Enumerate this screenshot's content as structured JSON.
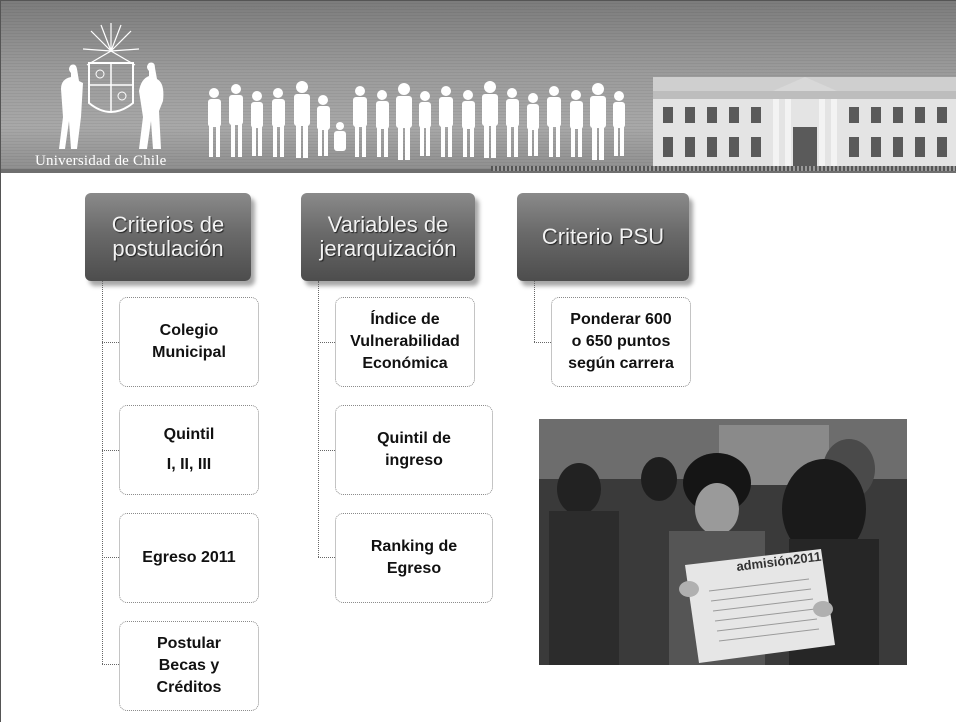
{
  "header": {
    "university_name": "Universidad de Chile"
  },
  "columns": [
    {
      "title": "Criterios de\npostulación",
      "items": [
        "Colegio\nMunicipal",
        "Quintil\nI, II, III",
        "Egreso 2011",
        "Postular\nBecas y\nCréditos"
      ]
    },
    {
      "title": "Variables de\njerarquización",
      "items": [
        "Índice de\nVulnerabilidad\nEconómica",
        "Quintil de\ningreso",
        "Ranking de\nEgreso"
      ]
    },
    {
      "title": "Criterio PSU",
      "items": [
        "Ponderar 600\no 650 puntos\nsegún carrera"
      ]
    }
  ],
  "photo": {
    "newspaper_text": "admisión2011"
  }
}
